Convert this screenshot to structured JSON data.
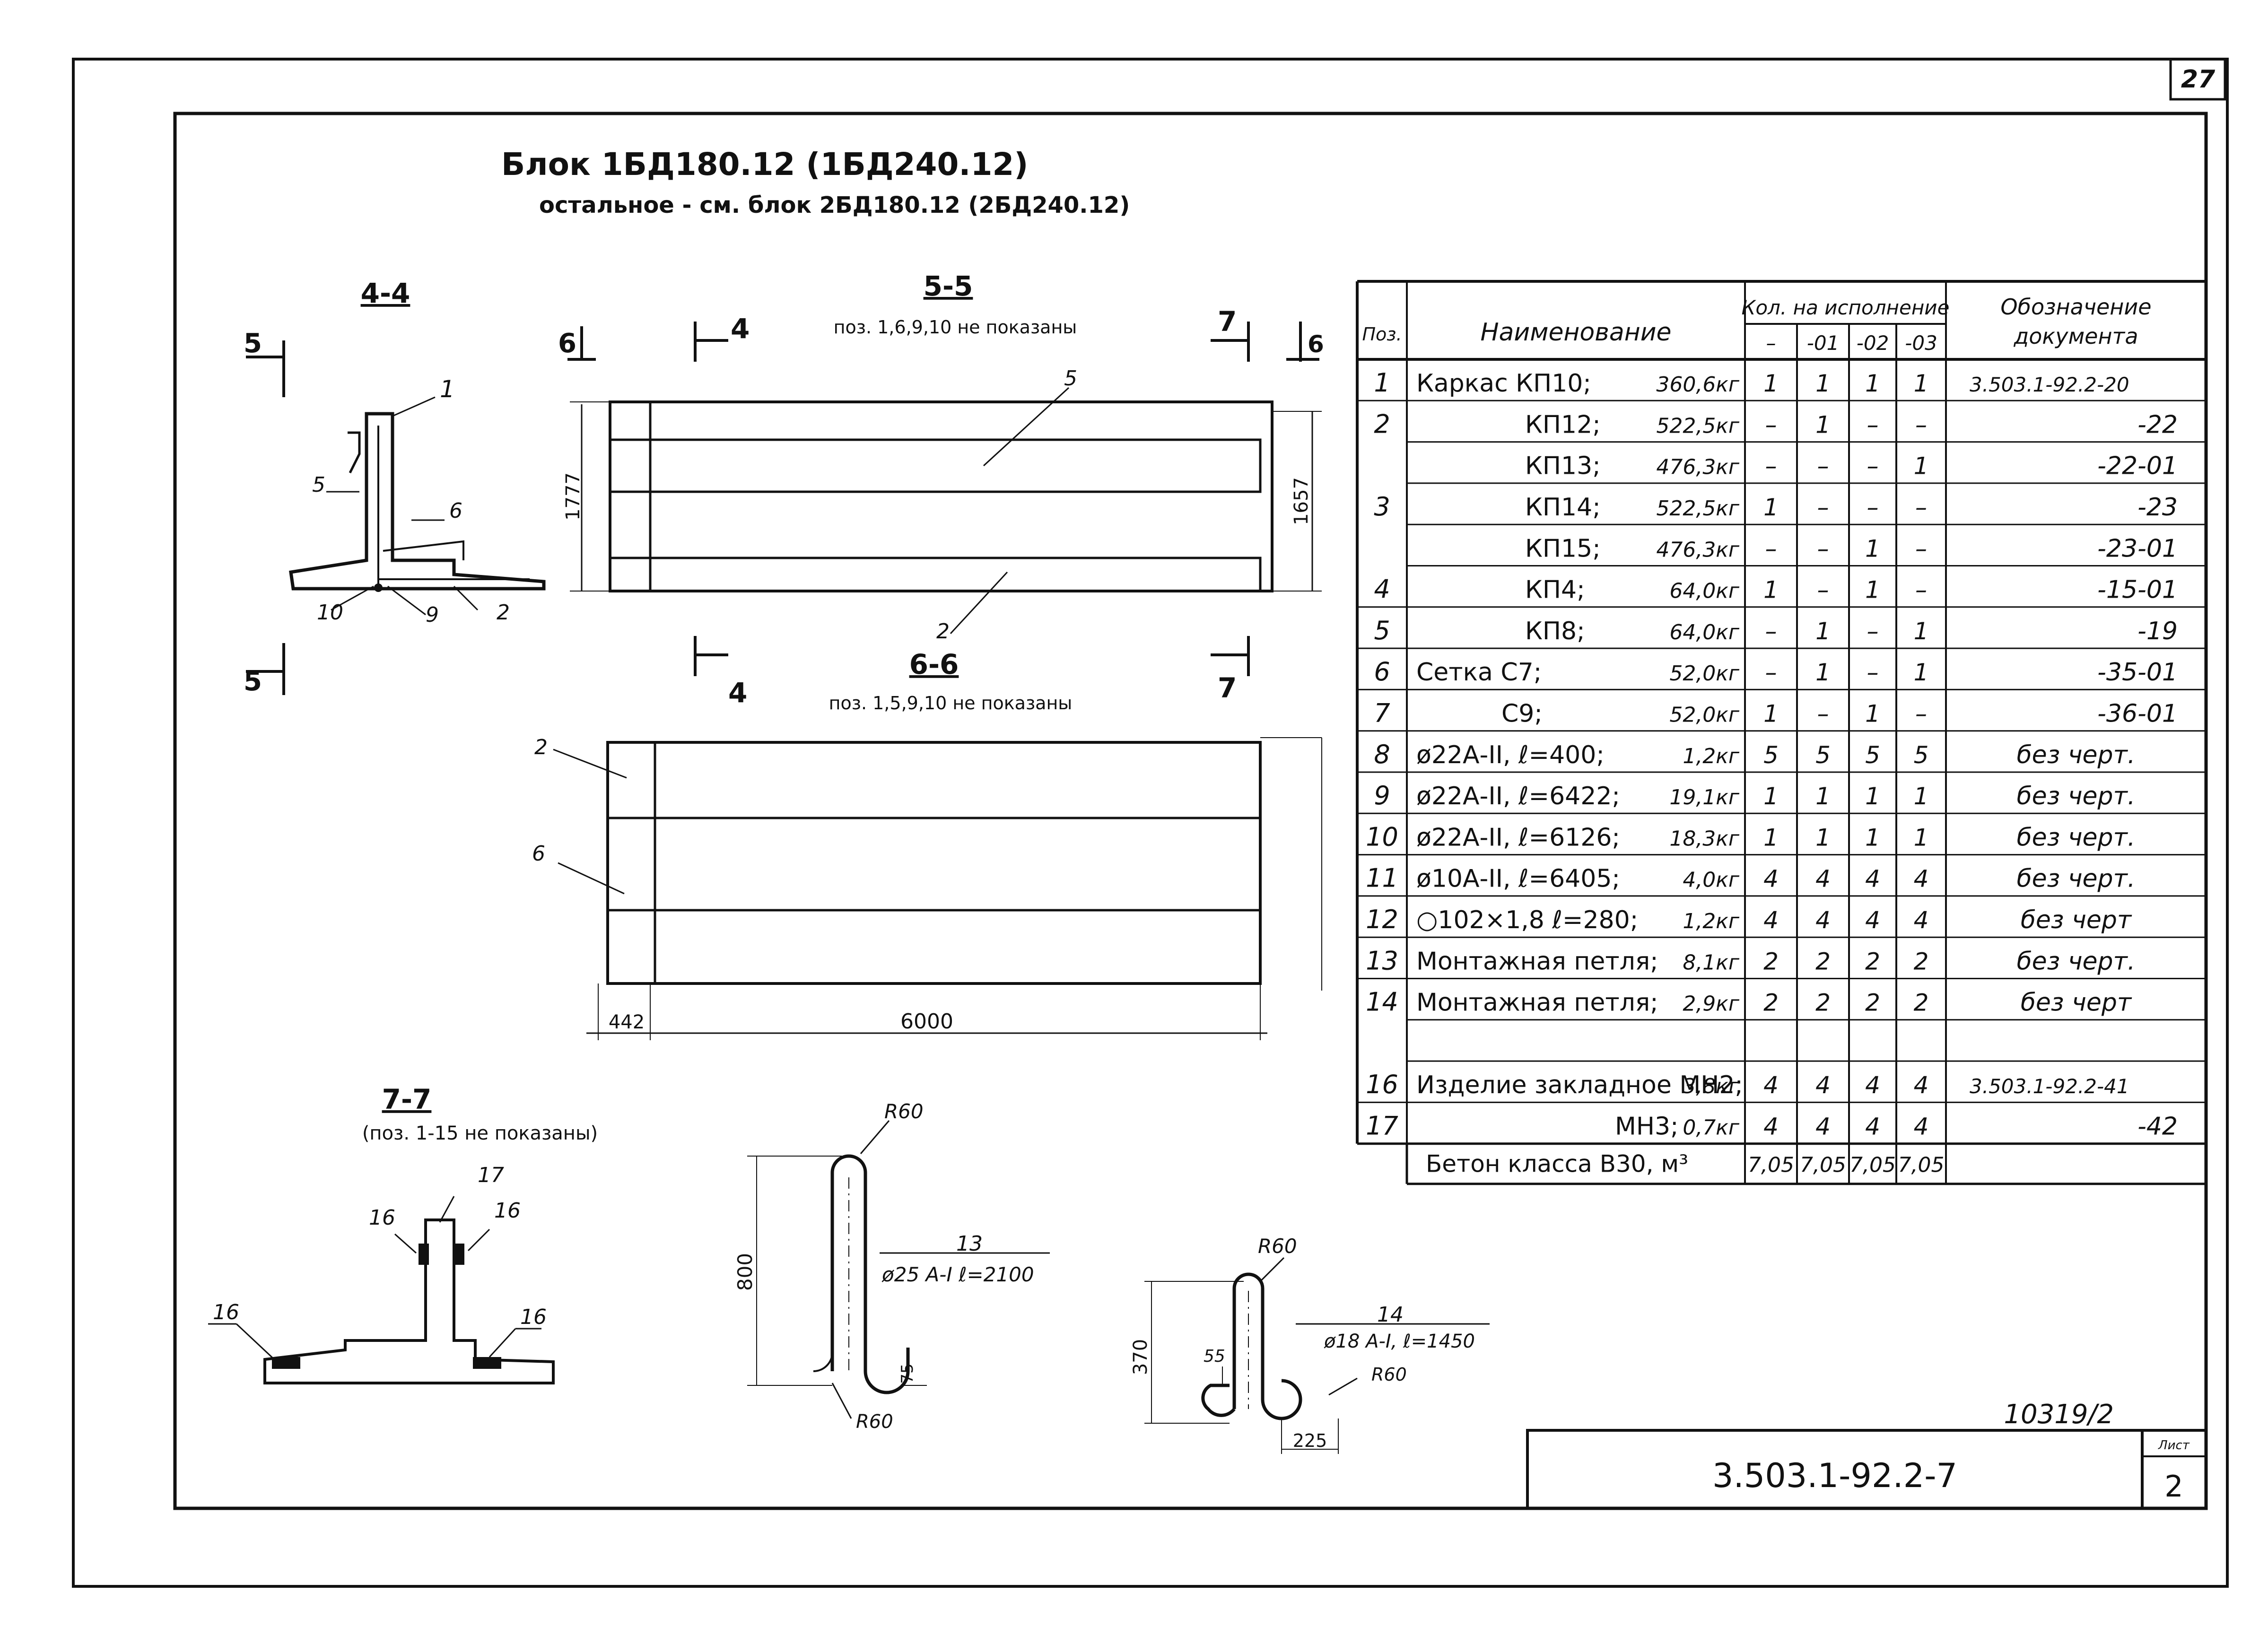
{
  "sheet_number": "27",
  "title": "Блок 1БД180.12 (1БД240.12)",
  "subtitle": "остальное - см. блок 2БД180.12 (2БД240.12)",
  "sections": {
    "s44": {
      "label": "4-4",
      "cut": "5",
      "callouts": [
        "1",
        "5",
        "6",
        "10",
        "9",
        "2"
      ]
    },
    "s55": {
      "label": "5-5",
      "note": "поз. 1,6,9,10 не показаны",
      "cut_left": "6",
      "cut_mid": "4",
      "cut_right": "7",
      "cut_right2": "6",
      "callouts": [
        "5",
        "2"
      ],
      "dim_h1": "1777",
      "dim_h2": "1657"
    },
    "s66": {
      "label": "6-6",
      "note": "поз. 1,5,9,10 не показаны",
      "cut_mid": "4",
      "cut_right": "7",
      "callouts": [
        "2",
        "6"
      ],
      "dim_left": "442",
      "dim_len": "6000"
    },
    "s77": {
      "label": "7-7",
      "note": "(поз. 1-15 не показаны)",
      "callouts": [
        "17",
        "16",
        "16",
        "16",
        "16"
      ]
    },
    "loop13": {
      "pos": "13",
      "spec": "ø25 А-I  ℓ=2100",
      "r_top": "R60",
      "r_bot": "R60",
      "height": "800",
      "gap": "75"
    },
    "loop14": {
      "pos": "14",
      "spec": "ø18 А-I, ℓ=1450",
      "r_top": "R60",
      "r_right": "R60",
      "height": "370",
      "small": "55",
      "width": "225"
    }
  },
  "table": {
    "headers": {
      "pos": "Поз.",
      "name": "Наименование",
      "qty": "Кол. на исполнение",
      "variants": [
        "–",
        "-01",
        "-02",
        "-03"
      ],
      "doc": "Обозначение документа"
    },
    "rows": [
      {
        "pos": "1",
        "name": "Каркас КП10;",
        "mass": "360,6кг",
        "q": [
          "1",
          "1",
          "1",
          "1"
        ],
        "doc": "3.503.1-92.2-20"
      },
      {
        "pos": "2",
        "name": "КП12;",
        "mass": "522,5кг",
        "q": [
          "–",
          "1",
          "–",
          "–"
        ],
        "doc": "-22"
      },
      {
        "pos": "",
        "name": "КП13;",
        "mass": "476,3кг",
        "q": [
          "–",
          "–",
          "–",
          "1"
        ],
        "doc": "-22-01"
      },
      {
        "pos": "3",
        "name": "КП14;",
        "mass": "522,5кг",
        "q": [
          "1",
          "–",
          "–",
          "–"
        ],
        "doc": "-23"
      },
      {
        "pos": "",
        "name": "КП15;",
        "mass": "476,3кг",
        "q": [
          "–",
          "–",
          "1",
          "–"
        ],
        "doc": "-23-01"
      },
      {
        "pos": "4",
        "name": "КП4;",
        "mass": "64,0кг",
        "q": [
          "1",
          "–",
          "1",
          "–"
        ],
        "doc": "-15-01"
      },
      {
        "pos": "5",
        "name": "КП8;",
        "mass": "64,0кг",
        "q": [
          "–",
          "1",
          "–",
          "1"
        ],
        "doc": "-19"
      },
      {
        "pos": "6",
        "name": "Сетка С7;",
        "mass": "52,0кг",
        "q": [
          "–",
          "1",
          "–",
          "1"
        ],
        "doc": "-35-01"
      },
      {
        "pos": "7",
        "name": "С9;",
        "mass": "52,0кг",
        "q": [
          "1",
          "–",
          "1",
          "–"
        ],
        "doc": "-36-01"
      },
      {
        "pos": "8",
        "name": "ø22А-II, ℓ=400;",
        "mass": "1,2кг",
        "q": [
          "5",
          "5",
          "5",
          "5"
        ],
        "doc": "без черт."
      },
      {
        "pos": "9",
        "name": "ø22А-II, ℓ=6422;",
        "mass": "19,1кг",
        "q": [
          "1",
          "1",
          "1",
          "1"
        ],
        "doc": "без черт."
      },
      {
        "pos": "10",
        "name": "ø22А-II, ℓ=6126;",
        "mass": "18,3кг",
        "q": [
          "1",
          "1",
          "1",
          "1"
        ],
        "doc": "без черт."
      },
      {
        "pos": "11",
        "name": "ø10А-II, ℓ=6405;",
        "mass": "4,0кг",
        "q": [
          "4",
          "4",
          "4",
          "4"
        ],
        "doc": "без черт."
      },
      {
        "pos": "12",
        "name": "○102×1,8 ℓ=280;",
        "mass": "1,2кг",
        "q": [
          "4",
          "4",
          "4",
          "4"
        ],
        "doc": "без черт"
      },
      {
        "pos": "13",
        "name": "Монтажная петля;",
        "mass": "8,1кг",
        "q": [
          "2",
          "2",
          "2",
          "2"
        ],
        "doc": "без черт."
      },
      {
        "pos": "14",
        "name": "Монтажная петля;",
        "mass": "2,9кг",
        "q": [
          "2",
          "2",
          "2",
          "2"
        ],
        "doc": "без черт"
      },
      {
        "pos": "",
        "name": "",
        "mass": "",
        "q": [
          "",
          "",
          "",
          ""
        ],
        "doc": ""
      },
      {
        "pos": "16",
        "name": "Изделие закладное МН2;",
        "mass": "3,8кг",
        "q": [
          "4",
          "4",
          "4",
          "4"
        ],
        "doc": "3.503.1-92.2-41"
      },
      {
        "pos": "17",
        "name": "МН3;",
        "mass": "0,7кг",
        "q": [
          "4",
          "4",
          "4",
          "4"
        ],
        "doc": "-42"
      }
    ],
    "concrete": {
      "label": "Бетон класса В30, м³",
      "q": [
        "7,05",
        "7,05",
        "7,05",
        "7,05"
      ]
    }
  },
  "stamp": {
    "archive_no": "10319/2",
    "doc_code": "3.503.1-92.2-7",
    "sheet_label": "Лист",
    "sheet_no": "2"
  }
}
